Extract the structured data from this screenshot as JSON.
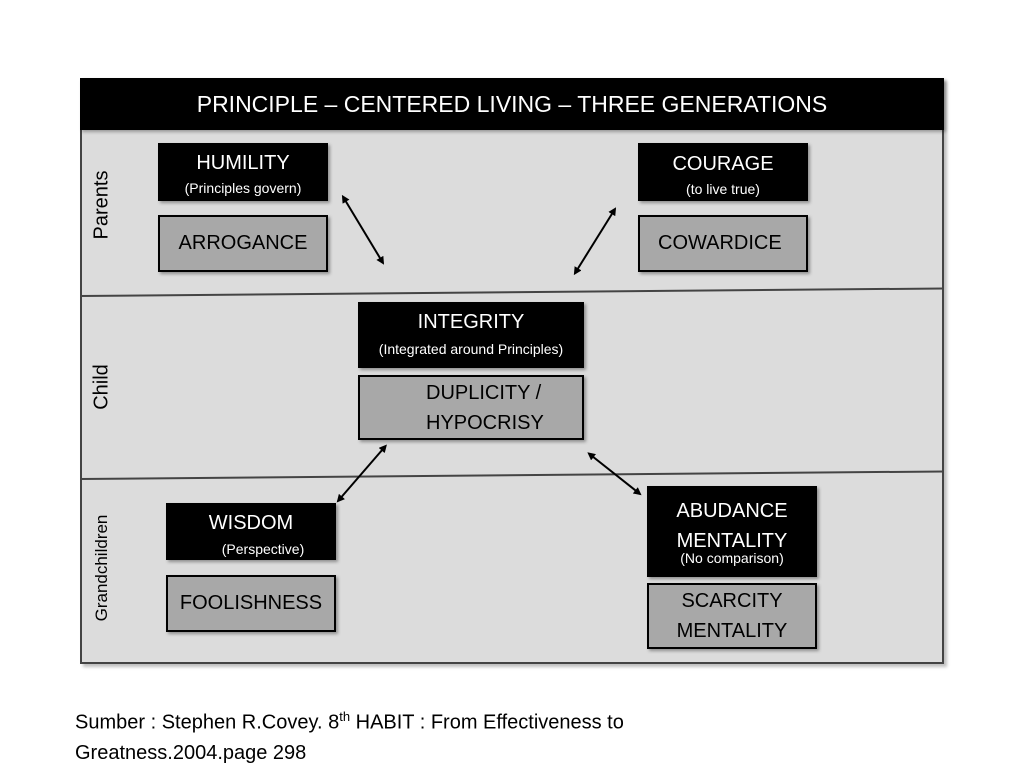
{
  "title": "PRINCIPLE – CENTERED LIVING – THREE GENERATIONS",
  "generations": {
    "parents": "Parents",
    "child": "Child",
    "grandchildren": "Grandchildren"
  },
  "nodes": {
    "humility": {
      "virtue": "HUMILITY",
      "note": "(Principles govern)",
      "vice": "ARROGANCE"
    },
    "courage": {
      "virtue": "COURAGE",
      "note": "(to live true)",
      "vice": "COWARDICE"
    },
    "integrity": {
      "virtue": "INTEGRITY",
      "note": "(Integrated around Principles)",
      "vice_line1": "DUPLICITY /",
      "vice_line2": "HYPOCRISY"
    },
    "wisdom": {
      "virtue": "WISDOM",
      "note": "(Perspective)",
      "vice": "FOOLISHNESS"
    },
    "abundance": {
      "virtue_line1": "ABUDANCE",
      "virtue_line2": "MENTALITY",
      "note": "(No comparison)",
      "vice_line1": "SCARCITY",
      "vice_line2": "MENTALITY"
    }
  },
  "source": {
    "prefix": "Sumber :  Stephen R.Covey. 8",
    "sup": "th",
    "rest": " HABIT : From Effectiveness to",
    "line2": "Greatness.2004.page 298"
  }
}
